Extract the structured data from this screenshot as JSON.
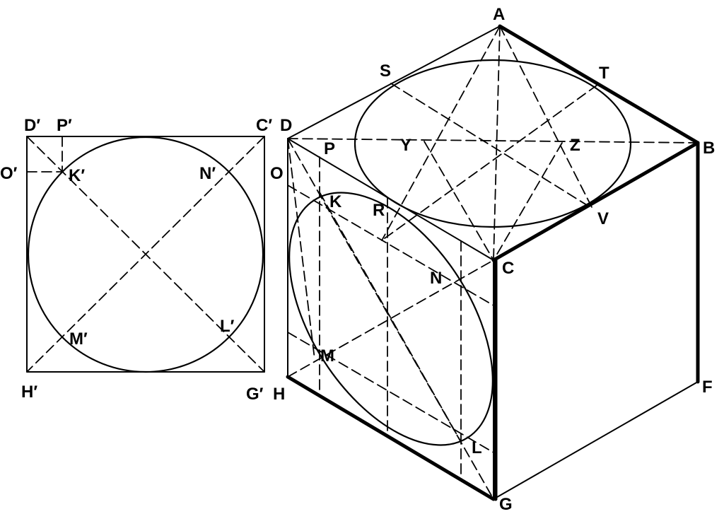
{
  "figure": {
    "square_labels": {
      "D_prime": "D′",
      "P_prime": "P′",
      "C_prime": "C′",
      "O_prime": "O′",
      "K_prime": "K′",
      "N_prime": "N′",
      "M_prime": "M′",
      "L_prime": "L′",
      "H_prime": "H′",
      "G_prime": "G′"
    },
    "cube_labels": {
      "A": "A",
      "S": "S",
      "T": "T",
      "D": "D",
      "P": "P",
      "Y": "Y",
      "Z": "Z",
      "B": "B",
      "O": "O",
      "K": "K",
      "R": "R",
      "V": "V",
      "N": "N",
      "C": "C",
      "M": "M",
      "H": "H",
      "L": "L",
      "F": "F",
      "G": "G"
    }
  }
}
